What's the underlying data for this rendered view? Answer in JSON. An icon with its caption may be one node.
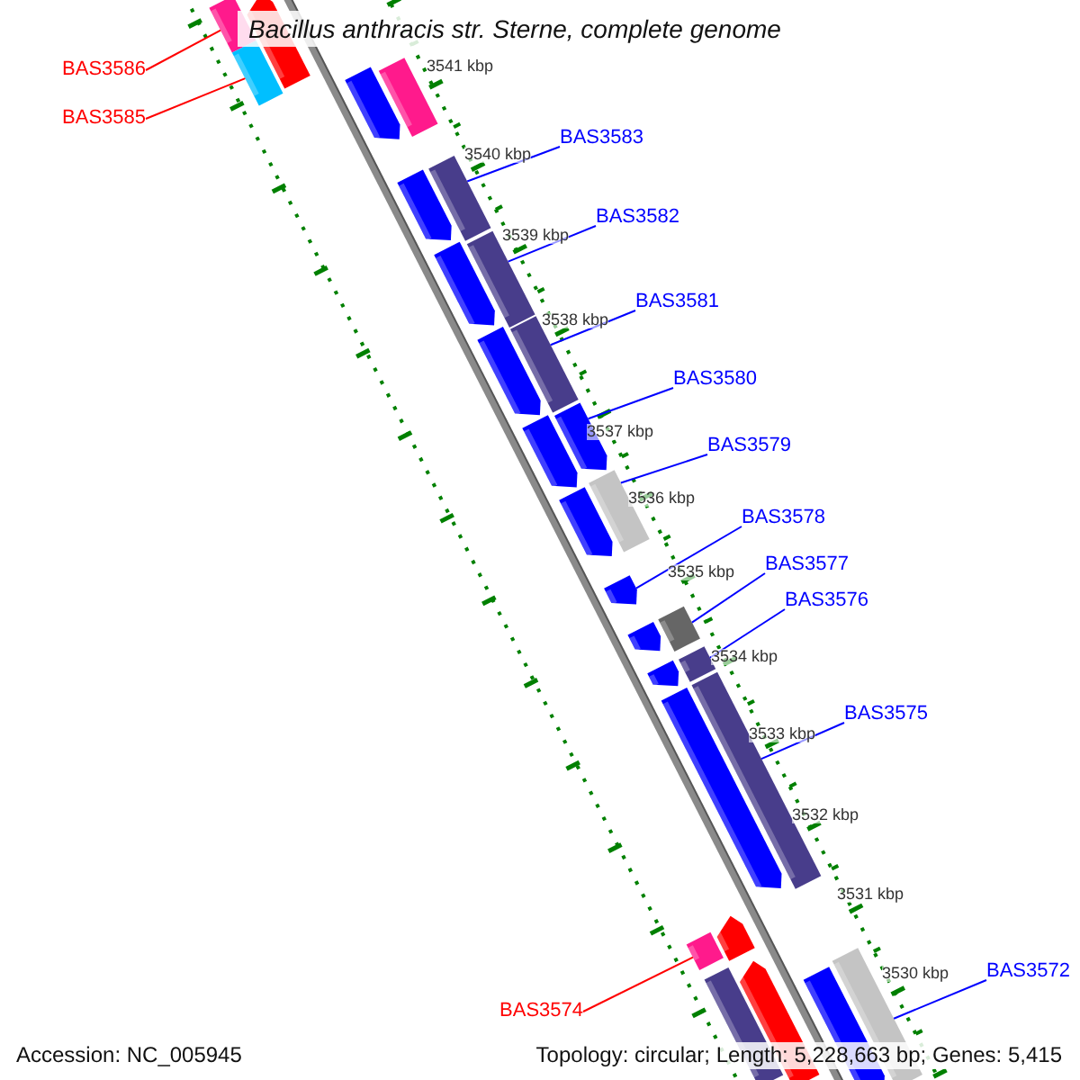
{
  "diagram": {
    "title": "Bacillus anthracis str. Sterne, complete genome",
    "nodes": [
      {
        "text": [
          "BAS3586"
        ]
      },
      {
        "text": [
          "BAS3585"
        ]
      },
      {
        "text": [
          "BAS3583"
        ]
      },
      {
        "text": [
          "BAS3582"
        ]
      },
      {
        "text": [
          "BAS3581"
        ]
      },
      {
        "text": [
          "BAS3580"
        ]
      },
      {
        "text": [
          "BAS3579"
        ]
      },
      {
        "text": [
          "BAS3578"
        ]
      },
      {
        "text": [
          "BAS3577"
        ]
      },
      {
        "text": [
          "BAS3576"
        ]
      },
      {
        "text": [
          "BAS3575"
        ]
      },
      {
        "text": [
          "BAS3572"
        ]
      },
      {
        "text": [
          "BAS3574"
        ]
      },
      {
        "text": [],
        "shape": "bar"
      },
      {
        "text": [],
        "shape": "arrow"
      },
      {
        "text": [],
        "shape": "bar"
      },
      {
        "text": [],
        "shape": "arrow"
      },
      {
        "text": [],
        "shape": "bar"
      },
      {
        "text": [],
        "shape": "arrow"
      },
      {
        "text": [],
        "shape": "bar"
      },
      {
        "text": [],
        "shape": "arrow"
      },
      {
        "text": [],
        "shape": "bar"
      },
      {
        "text": [],
        "shape": "arrow"
      },
      {
        "text": [],
        "shape": "bar"
      },
      {
        "text": [],
        "shape": "arrow"
      },
      {
        "text": [],
        "shape": "arrow"
      },
      {
        "text": [],
        "shape": "arrow"
      },
      {
        "text": [],
        "shape": "bar"
      },
      {
        "text": [],
        "shape": "arrow"
      },
      {
        "text": [],
        "shape": "arrow"
      },
      {
        "text": [],
        "shape": "bar"
      },
      {
        "text": [],
        "shape": "arrow"
      },
      {
        "text": [],
        "shape": "bar"
      },
      {
        "text": [],
        "shape": "arrow"
      },
      {
        "text": [],
        "shape": "bar"
      },
      {
        "text": [],
        "shape": "arrow"
      },
      {
        "text": [],
        "shape": "bar"
      },
      {
        "text": [],
        "shape": "bar"
      },
      {
        "text": [],
        "shape": "arrow"
      },
      {
        "text": [],
        "shape": "arrow"
      },
      {
        "text": [],
        "shape": "bar"
      }
    ],
    "edges": [
      {
        "from": 0,
        "to": 13,
        "arrow": "none",
        "color": "#ff0000"
      },
      {
        "from": 1,
        "to": 15,
        "arrow": "none",
        "color": "#ff0000"
      },
      {
        "from": 2,
        "to": 19,
        "arrow": "none"
      },
      {
        "from": 3,
        "to": 21,
        "arrow": "none"
      },
      {
        "from": 4,
        "to": 23,
        "arrow": "none"
      },
      {
        "from": 5,
        "to": 25,
        "arrow": "none"
      },
      {
        "from": 6,
        "to": 27,
        "arrow": "none"
      },
      {
        "from": 7,
        "to": 28,
        "arrow": "none"
      },
      {
        "from": 8,
        "to": 30,
        "arrow": "none"
      },
      {
        "from": 9,
        "to": 32,
        "arrow": "none"
      },
      {
        "from": 10,
        "to": 34,
        "arrow": "none"
      },
      {
        "from": 11,
        "to": 40,
        "arrow": "none"
      },
      {
        "from": 12,
        "to": 36,
        "arrow": "none",
        "color": "#ff0000"
      }
    ],
    "labels": [
      "3541 kbp",
      "3540 kbp",
      "3539 kbp",
      "3538 kbp",
      "3537 kbp",
      "3536 kbp",
      "3535 kbp",
      "3534 kbp",
      "3533 kbp",
      "3532 kbp",
      "3531 kbp",
      "3530 kbp",
      "Accession: NC_005945",
      "Topology: circular; Length: 5,228,663 bp; Genes: 5,415"
    ]
  }
}
